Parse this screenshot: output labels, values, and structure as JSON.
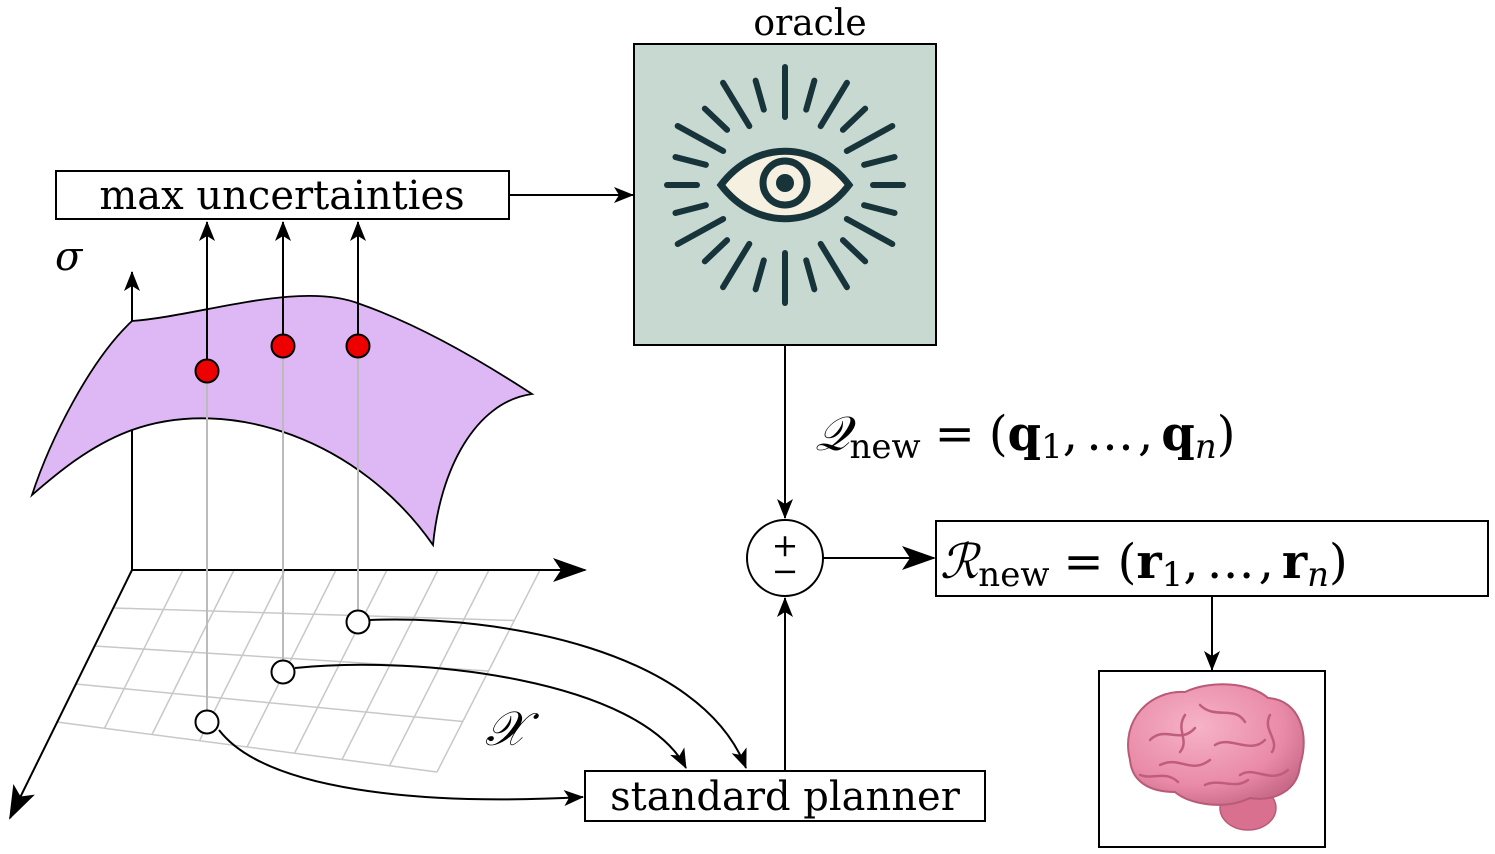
{
  "labels": {
    "oracle": "oracle",
    "max_uncertainties": "max uncertainties",
    "standard_planner": "standard planner",
    "sigma": "σ",
    "x_space": "𝒳",
    "plus_minus_top": "+",
    "plus_minus_bottom": "−"
  },
  "equations": {
    "q_new": {
      "symbol": "𝒬",
      "sub": "new",
      "eq": "=",
      "open": "(",
      "first": "q",
      "first_sub": "1",
      "sep": ",",
      "dots": "…",
      "last": "q",
      "last_sub": "n",
      "close": ")"
    },
    "r_new": {
      "symbol": "ℛ",
      "sub": "new",
      "eq": "=",
      "open": "(",
      "first": "r",
      "first_sub": "1",
      "sep": ",",
      "dots": "…",
      "last": "r",
      "last_sub": "n",
      "close": ")"
    }
  },
  "icons": {
    "oracle": "eye-icon",
    "model": "brain-icon"
  },
  "colors": {
    "surface_fill": "#ddb8f5",
    "max_point": "#ee0000",
    "oracle_bg": "#c8d9d1",
    "eye_stroke": "#17343a",
    "eye_fill": "#f6f0e0",
    "brain": "#e98aa8",
    "grid": "#c8c8c8"
  }
}
